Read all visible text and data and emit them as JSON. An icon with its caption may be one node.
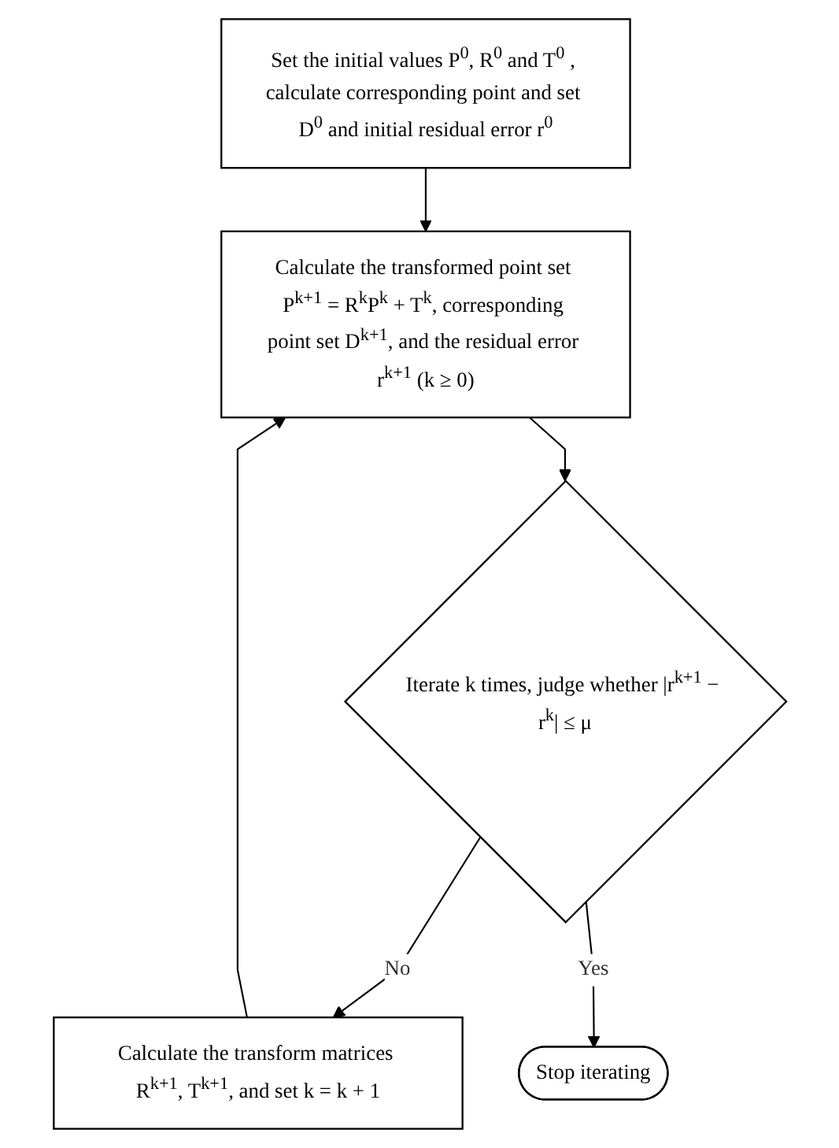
{
  "diagram": {
    "nodes": [
      {
        "text": [
          "Set the initial values P$^{0}$, R$^{0}$ and T$^{0}$ , calculate corresponding point and set D$^{0}$ and initial residual error r$^{0}$"
        ]
      },
      {
        "text": [
          "Calculate the transformed point set P$^{k+1}$ = R$^{k}$P$^{k}$ + T$^{k}$, corresponding point set D$^{k+1}$, and the residual error r$^{k+1}$ (k ≥ 0)"
        ]
      },
      {
        "text": [
          "Iterate k times, judge whether |r$^{k+1}$ − r$^{k}$| ≤ μ"
        ]
      },
      {
        "text": [
          "Calculate the transform matrices R$^{k+1}$, T$^{k+1}$, and set k = k + 1"
        ]
      },
      {
        "text": [
          "Stop iterating"
        ]
      }
    ],
    "edges": [
      {
        "from": 0,
        "to": 1,
        "arrow": "to"
      },
      {
        "from": 1,
        "to": 2,
        "arrow": "to"
      },
      {
        "from": 2,
        "to": 3,
        "label": "No",
        "arrow": "to"
      },
      {
        "from": 3,
        "to": 1,
        "arrow": "to"
      },
      {
        "from": 2,
        "to": 4,
        "label": "Yes",
        "arrow": "to"
      }
    ]
  }
}
